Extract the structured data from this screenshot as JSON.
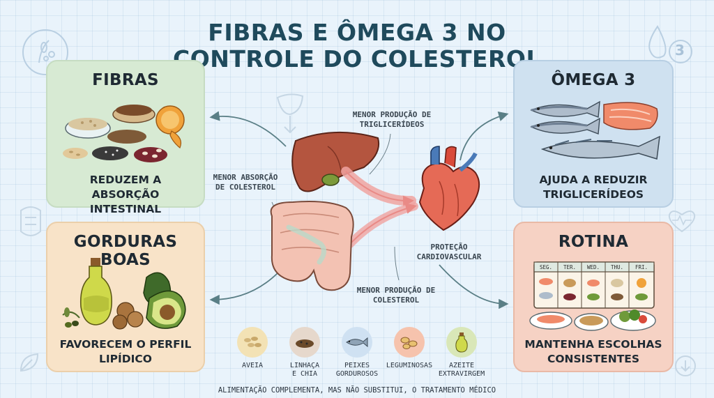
{
  "title": {
    "line1": "FIBRAS E ÔMEGA 3 NO",
    "line2": "CONTROLE DO COLESTEROL"
  },
  "cards": {
    "fibras": {
      "title": "FIBRAS",
      "text": "REDUZEM A ABSORÇÃO INTESTINAL"
    },
    "omega": {
      "title": "ÔMEGA 3",
      "text": "AJUDA A REDUZIR TRIGLICERÍDEOS"
    },
    "gorduras": {
      "title": "GORDURAS BOAS",
      "text": "FAVORECEM O PERFIL LIPÍDICO"
    },
    "rotina": {
      "title": "ROTINA",
      "text": "MANTENHA ESCOLHAS CONSISTENTES",
      "days": [
        "SEG.",
        "TER.",
        "WED.",
        "THU.",
        "FRI."
      ]
    }
  },
  "center_labels": {
    "triglycerides": "MENOR PRODUÇÃO DE TRIGLICERÍDEOS",
    "absorption": "MENOR ABSORÇÃO DE COLESTEROL",
    "protection": "PROTEÇÃO CARDIOVASCULAR",
    "cholesterol": "MENOR PRODUÇÃO DE COLESTEROL"
  },
  "bottom_items": [
    {
      "label": "AVEIA",
      "color": "#f3e2b5"
    },
    {
      "label": "LINHAÇA\nE CHIA",
      "color": "#e6d8cc"
    },
    {
      "label": "PEIXES\nGORDUROSOS",
      "color": "#cfe1f2"
    },
    {
      "label": "LEGUMINOSAS",
      "color": "#f6c3ad"
    },
    {
      "label": "AZEITE\nEXTRAVIRGEM",
      "color": "#d9e7b8"
    }
  ],
  "disclaimer": "ALIMENTAÇÃO COMPLEMENTA, MAS NÃO SUBSTITUI, O TRATAMENTO MÉDICO",
  "deco": {
    "omega_number": "3"
  }
}
